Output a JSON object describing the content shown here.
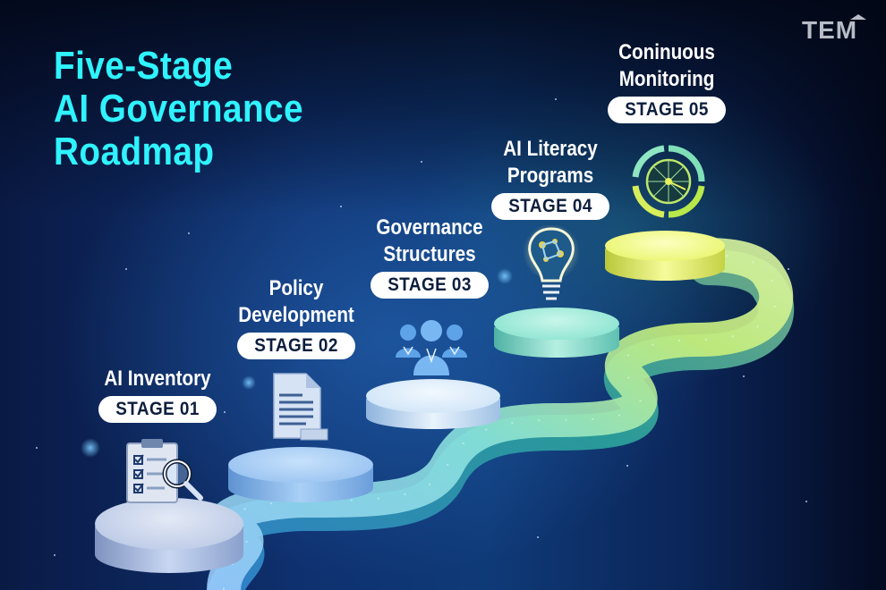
{
  "title": {
    "line1": "Five-Stage",
    "line2": "AI Governance",
    "line3": "Roadmap"
  },
  "logo": {
    "text": "TEM",
    "icon": "graduation-cap-icon"
  },
  "colors": {
    "title": "#2ff3ff",
    "pill_bg": "#ffffff",
    "pill_text": "#0d1e3d",
    "background": "#0f3170"
  },
  "stages": [
    {
      "number_label": "STAGE 01",
      "name_line1": "AI Inventory",
      "name_line2": "",
      "icon": "clipboard-checklist-magnifier-icon",
      "platform_color": "#a9bfe6"
    },
    {
      "number_label": "STAGE 02",
      "name_line1": "Policy",
      "name_line2": "Development",
      "icon": "document-icon",
      "platform_color": "#8fbcef"
    },
    {
      "number_label": "STAGE 03",
      "name_line1": "Governance",
      "name_line2": "Structures",
      "icon": "team-people-icon",
      "platform_color": "#c7e0f6"
    },
    {
      "number_label": "STAGE 04",
      "name_line1": "AI Literacy",
      "name_line2": "Programs",
      "icon": "brain-lightbulb-icon",
      "platform_color": "#7fe0cc"
    },
    {
      "number_label": "STAGE 05",
      "name_line1": "Coninuous",
      "name_line2": "Monitoring",
      "icon": "monitoring-dial-icon",
      "platform_color": "#e6f35c"
    }
  ]
}
